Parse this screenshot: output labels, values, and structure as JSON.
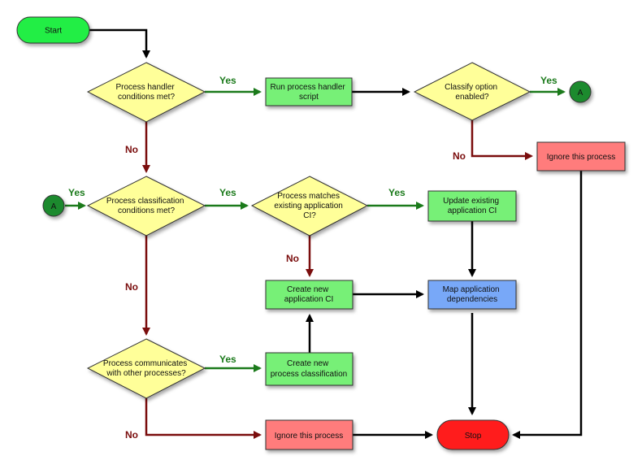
{
  "colors": {
    "start": "#22ee44",
    "decision": "#ffff99",
    "process": "#77f077",
    "ignore": "#ff7c7c",
    "map": "#78a8f8",
    "stop": "#ff1e1e",
    "connector": "#1d7a2b",
    "yes_line": "#1b7a1b",
    "no_line": "#7a0d0d",
    "black_line": "#000000"
  },
  "nodes": {
    "start": "Start",
    "d1": [
      "Process handler",
      "conditions met?"
    ],
    "run_script": [
      "Run process handler",
      "script"
    ],
    "d_classify": [
      "Classify option",
      "enabled?"
    ],
    "connector_a_top": "A",
    "ignore_top": "Ignore this process",
    "connector_a_left": "A",
    "d2": [
      "Process classification",
      "conditions met?"
    ],
    "d3": [
      "Process matches",
      "existing application",
      "CI?"
    ],
    "update_ci": [
      "Update existing",
      "application CI"
    ],
    "create_ci": [
      "Create new",
      "application CI"
    ],
    "map_deps": [
      "Map application",
      "dependencies"
    ],
    "d4": [
      "Process communicates",
      "with other processes?"
    ],
    "create_class": [
      "Create new",
      "process classification"
    ],
    "ignore_bottom": "Ignore this process",
    "stop": "Stop"
  },
  "labels": {
    "yes1": "Yes",
    "yes2": "Yes",
    "no1": "No",
    "no2": "No",
    "yes3": "Yes",
    "yes4": "Yes",
    "yes5": "Yes",
    "no3": "No",
    "no4": "No",
    "yes6": "Yes",
    "no5": "No"
  }
}
